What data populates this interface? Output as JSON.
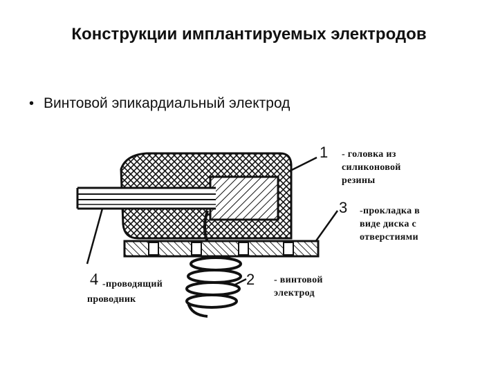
{
  "title": "Конструкции имплантируемых электродов",
  "bullet": "Винтовой эпикардиальный электрод",
  "labels": {
    "n1": "1",
    "l1": [
      "- головка из",
      "силиконовой",
      "резины"
    ],
    "n3": "3",
    "l3": [
      "-прокладка  в",
      "виде диска с",
      "отверстиями"
    ],
    "n2": "2",
    "l2": [
      "- винтовой",
      "электрод"
    ],
    "n4": "4",
    "l4": [
      "-проводящий",
      "проводник"
    ]
  }
}
